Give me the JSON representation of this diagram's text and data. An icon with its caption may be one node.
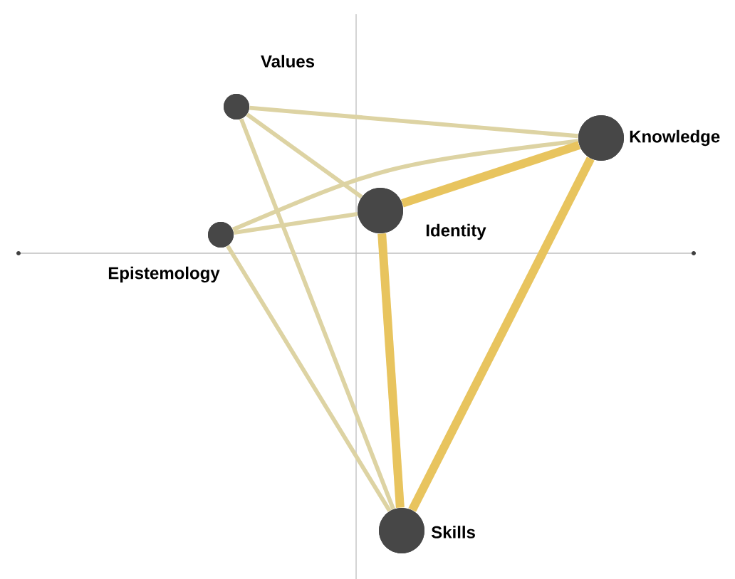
{
  "diagram": {
    "nodes": [
      {
        "text": [],
        "shape": "circle",
        "beside": [
          "Values"
        ]
      },
      {
        "text": [],
        "shape": "circle",
        "beside": [
          "Knowledge"
        ]
      },
      {
        "text": [],
        "shape": "circle",
        "beside": [
          "Identity"
        ]
      },
      {
        "text": [],
        "shape": "circle",
        "beside": [
          "Epistemology"
        ]
      },
      {
        "text": [],
        "shape": "circle",
        "beside": [
          "Skills"
        ]
      }
    ],
    "edges": [
      {
        "from": 0,
        "to": 1,
        "arrow": "none"
      },
      {
        "from": 0,
        "to": 2,
        "arrow": "none"
      },
      {
        "from": 0,
        "to": 4,
        "arrow": "none"
      },
      {
        "from": 3,
        "to": 1,
        "arrow": "none"
      },
      {
        "from": 3,
        "to": 2,
        "arrow": "none"
      },
      {
        "from": 3,
        "to": 4,
        "arrow": "none"
      },
      {
        "from": 2,
        "to": 1,
        "arrow": "none",
        "style": "thick",
        "color": "#e8c45e"
      },
      {
        "from": 2,
        "to": 4,
        "arrow": "none",
        "style": "thick",
        "color": "#e8c45e"
      },
      {
        "from": 1,
        "to": 4,
        "arrow": "none",
        "style": "thick",
        "color": "#e8c45e"
      }
    ]
  }
}
